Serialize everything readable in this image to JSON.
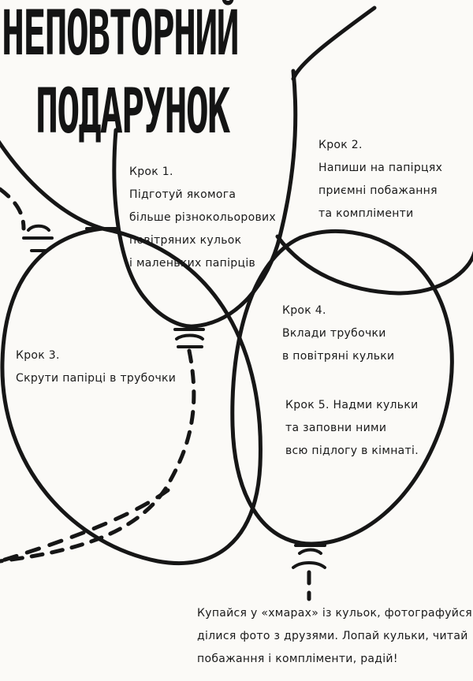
{
  "title": {
    "line1": "НЕПОВТОРНИЙ",
    "line2": "ПОДАРУНОК"
  },
  "steps": {
    "step1": {
      "heading": "Крок 1.",
      "lines": [
        "Підготуй якомога",
        "більше різнокольорових",
        "повітряних кульок",
        "і маленьких папірців"
      ]
    },
    "step2": {
      "heading": "Крок 2.",
      "lines": [
        "Напиши на папірцях",
        "приємні побажання",
        "та компліменти"
      ]
    },
    "step3": {
      "heading": "Крок 3.",
      "lines": [
        "Скрути папірці в трубочки"
      ]
    },
    "step4": {
      "heading": "Крок 4.",
      "lines": [
        "Вклади трубочки",
        "в повітряні кульки"
      ]
    },
    "step5": {
      "heading": "Крок 5. Надми кульки",
      "lines": [
        "та заповни ними",
        "всю підлогу в кімнаті."
      ]
    }
  },
  "final_note": {
    "lines": [
      "Купайся у «хмарах» із кульок, фотографуйся,",
      "ділися фото з друзями. Лопай кульки, читай",
      "побажання і компліменти, радій!"
    ]
  }
}
